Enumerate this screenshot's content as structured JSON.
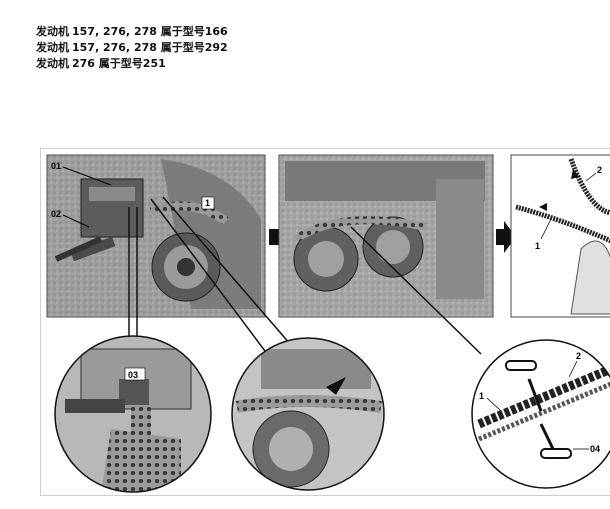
{
  "applicability": [
    {
      "label": "发动机",
      "value": "157, 276, 278 属于型号166"
    },
    {
      "label": "发动机",
      "value": "157, 276, 278 属于型号292"
    },
    {
      "label": "发动机",
      "value": "276 属于型号251"
    }
  ],
  "figure": {
    "callouts": {
      "p1_01": "01",
      "p1_02": "02",
      "p1_1": "1",
      "z1_03": "03",
      "p3_2": "2",
      "p3_1": "1",
      "z3_1": "1",
      "z3_2": "2",
      "z3_04": "04"
    }
  }
}
